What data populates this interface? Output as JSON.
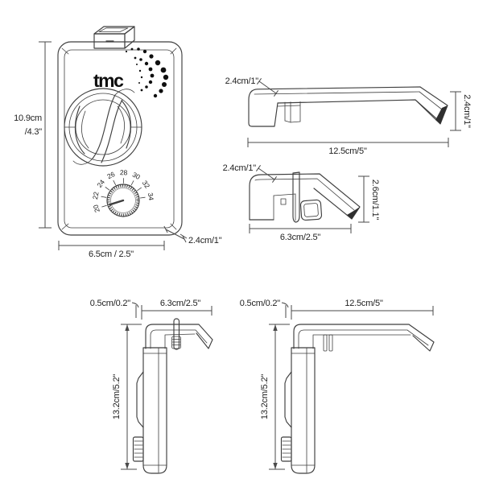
{
  "colors": {
    "background": "#ffffff",
    "line": "#3f3f3f",
    "text": "#1f1f1f"
  },
  "device_front": {
    "logo": "tmc",
    "dial": {
      "values": [
        "20",
        "22",
        "24",
        "26",
        "28",
        "30",
        "32",
        "34"
      ],
      "start_angle_deg": 197,
      "step_deg": -27
    },
    "dims": {
      "height": "10.9cm",
      "height_in": "/4.3\"",
      "width": "6.5cm / 2.5\"",
      "depth": "2.4cm/1\""
    }
  },
  "bracket_long": {
    "dims": {
      "hook_width": "2.4cm/1\"",
      "length": "12.5cm/5\"",
      "drop": "2.4cm/1\""
    }
  },
  "bracket_short": {
    "dims": {
      "hook_width": "2.4cm/1\"",
      "length": "6.3cm/2.5\"",
      "drop": "2.6cm/1.1\""
    }
  },
  "side_view_short": {
    "dims": {
      "thickness": "0.5cm/0.2\"",
      "reach": "6.3cm/2.5\"",
      "height": "13.2cm/5.2\""
    }
  },
  "side_view_long": {
    "dims": {
      "thickness": "0.5cm/0.2\"",
      "reach": "12.5cm/5\"",
      "height": "13.2cm/5.2\""
    }
  }
}
